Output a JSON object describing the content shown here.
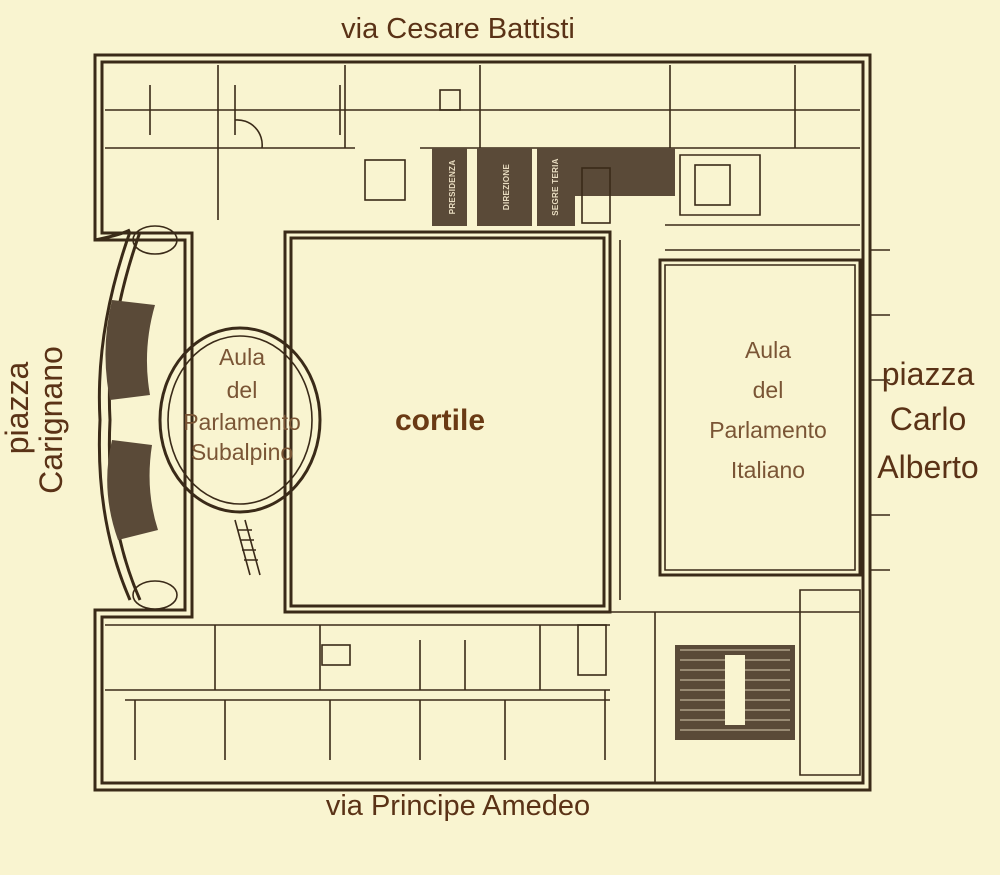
{
  "streets": {
    "north": "via Cesare Battisti",
    "south": "via Principe Amedeo"
  },
  "squares": {
    "west": [
      "piazza",
      "Carignano"
    ],
    "east": [
      "piazza",
      "Carlo",
      "Alberto"
    ]
  },
  "halls": {
    "subalpino": [
      "Aula",
      "del",
      "Parlamento",
      "Subalpino"
    ],
    "italiano": [
      "Aula",
      "del",
      "Parlamento",
      "Italiano"
    ]
  },
  "courtyard": "cortile",
  "offices": {
    "presidenza": "PRESIDENZA",
    "direzione": "DIREZIONE",
    "segreteria": "SEGRE TERIA"
  },
  "colors": {
    "background": "#f9f4d0",
    "wall": "#3a2a18",
    "highlight": "#5a4a38",
    "text": "#5a3216"
  }
}
